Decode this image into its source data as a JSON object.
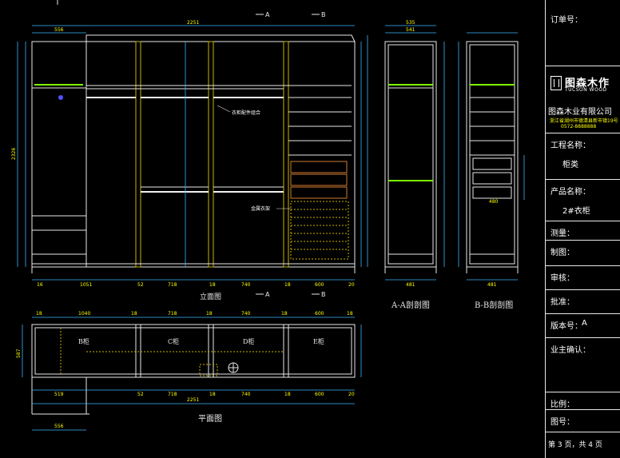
{
  "drawing": {
    "front_view_title": "立面图",
    "section_a_title": "A-A剖剖图",
    "section_b_title": "B-B剖剖图",
    "plan_title": "平面图",
    "section_marks": [
      "A",
      "B"
    ],
    "callout_rod": "衣柜配件组合",
    "callout_pants": "金属衣架",
    "front_dims": {
      "overall_width": "2251",
      "top_left": "556",
      "overall_height": "2326",
      "bottom": [
        "16",
        "1051",
        "52",
        "718",
        "18",
        "740",
        "18",
        "600",
        "20"
      ]
    },
    "section_a_dims": {
      "top_width": "535",
      "top_sub": "541",
      "bottom": "481"
    },
    "section_b_dims": {
      "bottom": "481",
      "sub": "480"
    },
    "plan_dims": {
      "top": [
        "18",
        "1040",
        "18",
        "718",
        "18",
        "740",
        "18",
        "600",
        "18"
      ],
      "bottom": [
        "519",
        "52",
        "718",
        "18",
        "740",
        "18",
        "600",
        "20"
      ],
      "overall": "2251",
      "stub": "556",
      "depth": "587"
    },
    "plan_labels": [
      "B柜",
      "C柜",
      "D柜",
      "E柜"
    ]
  },
  "title_block": {
    "order_no": "订单号：",
    "brand_cn": "图森木作",
    "brand_en": "TUCSON WOOD",
    "company": "图森木业有限公司",
    "address": "浙江省湖州市德清县新市镇19号",
    "phone": "0572-8888888",
    "project_label": "工程名称：",
    "project_value": "柜类",
    "product_label": "产品名称：",
    "product_value": "2#衣柜",
    "survey_label": "测量：",
    "draft_label": "制图：",
    "review_label": "审核：",
    "approve_label": "批准：",
    "version_label": "版本号：",
    "version_value": "A",
    "owner_label": "业主确认：",
    "scale_label": "比例：",
    "drawing_no_label": "图号：",
    "page_info": "第 3 页，共 4 页"
  },
  "colors": {
    "background": "#000000",
    "structure": "#e8e8e8",
    "dimension": "#3ab7ff",
    "text_yellow": "#ffff00",
    "hatch": "#c8b400",
    "rod_green": "#7cfc00",
    "rod_white": "#f0f0f0",
    "accent_blue": "#5050ff"
  }
}
